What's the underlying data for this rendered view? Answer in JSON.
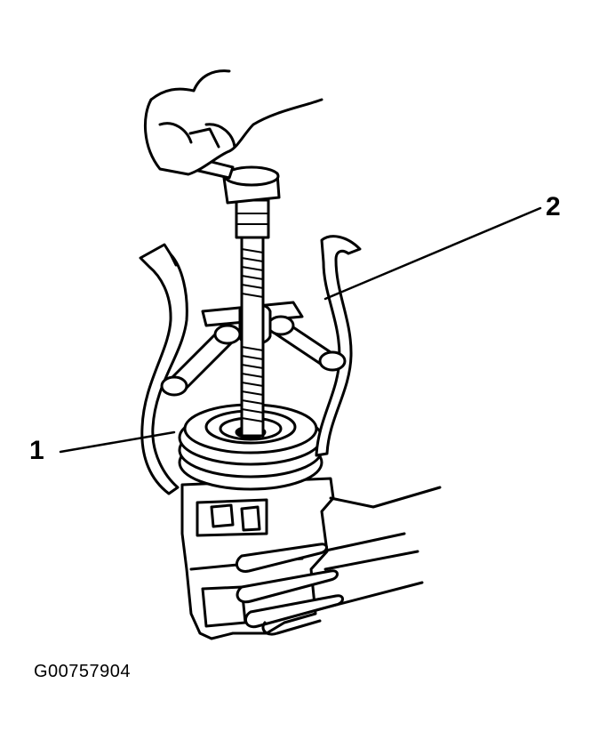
{
  "callouts": [
    {
      "number": "1"
    },
    {
      "number": "2"
    }
  ],
  "figure_id": "G00757904"
}
